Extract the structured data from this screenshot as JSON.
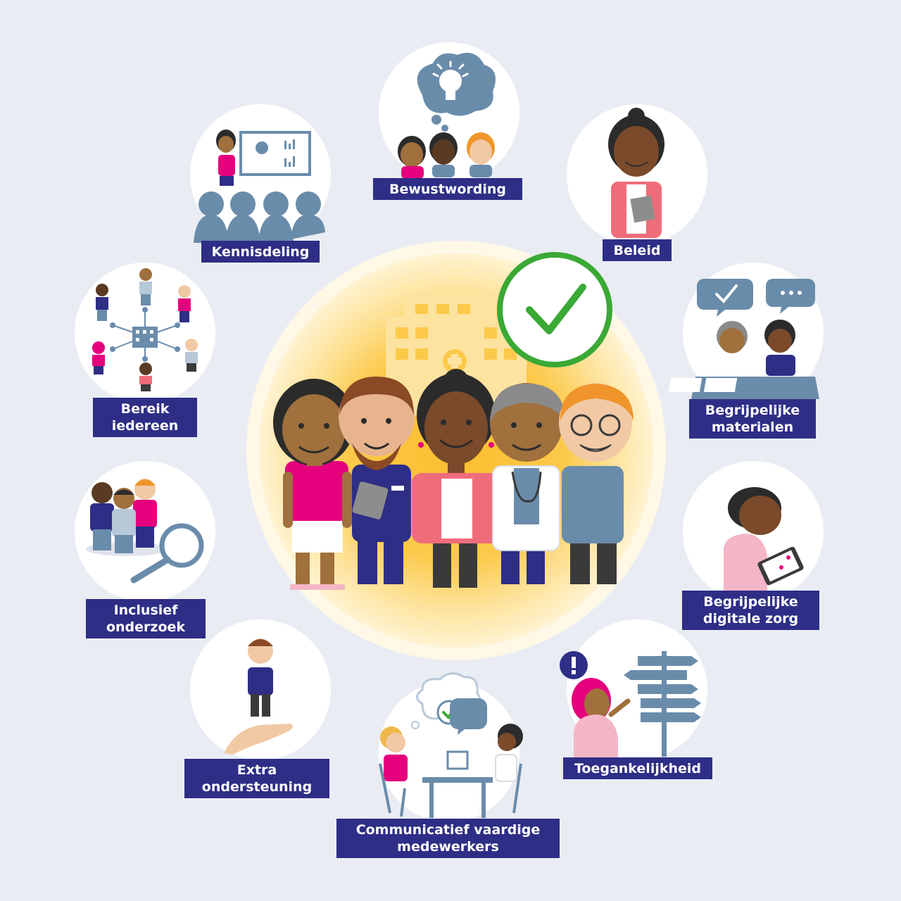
{
  "colors": {
    "background": "#e9edf3",
    "label_bg": "#2e2e86",
    "label_text": "#ffffff",
    "glow": "#fbc63f",
    "check": "#3aa935",
    "accent_pink": "#e5007d",
    "person_blue": "#6a8cab"
  },
  "labels": {
    "bewustwording": "Bewustwording",
    "kennisdeling": "Kennisdeling",
    "beleid": "Beleid",
    "bereik_1": "Bereik",
    "bereik_2": "iedereen",
    "materialen_1": "Begrijpelijke",
    "materialen_2": "materialen",
    "onderzoek_1": "Inclusief",
    "onderzoek_2": "onderzoek",
    "digitaal_1": "Begrijpelijke",
    "digitaal_2": "digitale zorg",
    "extra_1": "Extra",
    "extra_2": "ondersteuning",
    "toegang": "Toegankelijkheid",
    "communicatie_1": "Communicatief vaardige",
    "communicatie_2": "medewerkers"
  },
  "icons": {
    "center": [
      "hospital-icon",
      "check-icon",
      "care-team-group"
    ],
    "bewustwording": "lightbulb-icon",
    "kennisdeling": "presentation-icon",
    "beleid": "policy-person-icon",
    "bereik": "network-icon",
    "materialen": "consultation-icon",
    "onderzoek": "magnifier-icon",
    "digitaal": "tablet-icon",
    "extra": "helping-hand-icon",
    "toegang": "signpost-icon",
    "communicatie": "conversation-icon"
  }
}
